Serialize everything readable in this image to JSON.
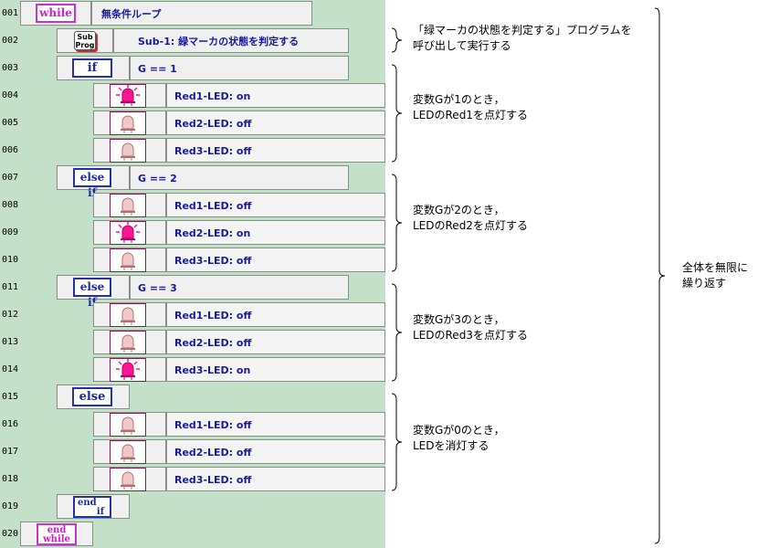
{
  "program": {
    "lines": [
      {
        "num": "001",
        "level": 0,
        "kind": "while",
        "keyword": "while",
        "text": "無条件ループ"
      },
      {
        "num": "002",
        "level": 1,
        "kind": "sub",
        "icon_top": "Sub",
        "icon_bottom": "Prog",
        "text": "Sub-1: 緑マーカの状態を判定する"
      },
      {
        "num": "003",
        "level": 1,
        "kind": "if",
        "keyword": "if",
        "text": "G == 1"
      },
      {
        "num": "004",
        "level": 2,
        "kind": "led",
        "led": "on",
        "text": "Red1-LED: on"
      },
      {
        "num": "005",
        "level": 2,
        "kind": "led",
        "led": "off",
        "text": "Red2-LED: off"
      },
      {
        "num": "006",
        "level": 2,
        "kind": "led",
        "led": "off",
        "text": "Red3-LED: off"
      },
      {
        "num": "007",
        "level": 1,
        "kind": "elseif",
        "keyword": "else if",
        "text": "G == 2"
      },
      {
        "num": "008",
        "level": 2,
        "kind": "led",
        "led": "off",
        "text": "Red1-LED: off"
      },
      {
        "num": "009",
        "level": 2,
        "kind": "led",
        "led": "on",
        "text": "Red2-LED: on"
      },
      {
        "num": "010",
        "level": 2,
        "kind": "led",
        "led": "off",
        "text": "Red3-LED: off"
      },
      {
        "num": "011",
        "level": 1,
        "kind": "elseif",
        "keyword": "else if",
        "text": "G == 3"
      },
      {
        "num": "012",
        "level": 2,
        "kind": "led",
        "led": "off",
        "text": "Red1-LED: off"
      },
      {
        "num": "013",
        "level": 2,
        "kind": "led",
        "led": "off",
        "text": "Red2-LED: off"
      },
      {
        "num": "014",
        "level": 2,
        "kind": "led",
        "led": "on",
        "text": "Red3-LED: on"
      },
      {
        "num": "015",
        "level": 1,
        "kind": "else",
        "keyword": "else",
        "text": ""
      },
      {
        "num": "016",
        "level": 2,
        "kind": "led",
        "led": "off",
        "text": "Red1-LED: off"
      },
      {
        "num": "017",
        "level": 2,
        "kind": "led",
        "led": "off",
        "text": "Red2-LED: off"
      },
      {
        "num": "018",
        "level": 2,
        "kind": "led",
        "led": "off",
        "text": "Red3-LED: off"
      },
      {
        "num": "019",
        "level": 1,
        "kind": "endif",
        "keyword_top": "end",
        "keyword_bottom": "if",
        "text": ""
      },
      {
        "num": "020",
        "level": 0,
        "kind": "endwhile",
        "keyword_top": "end",
        "keyword_bottom": "while",
        "text": ""
      }
    ]
  },
  "annotations": [
    {
      "lines": [
        "「緑マーカの状態を判定する」プログラムを",
        "呼び出して実行する"
      ]
    },
    {
      "lines": [
        "変数Gが1のとき，",
        "LEDのRed1を点灯する"
      ]
    },
    {
      "lines": [
        "変数Gが2のとき，",
        "LEDのRed2を点灯する"
      ]
    },
    {
      "lines": [
        "変数Gが3のとき，",
        "LEDのRed3を点灯する"
      ]
    },
    {
      "lines": [
        "変数Gが0のとき，",
        "LEDを消灯する"
      ]
    },
    {
      "lines": [
        "全体を無限に",
        "繰り返す"
      ]
    }
  ],
  "colors": {
    "panel_bg": "#c4e0c8",
    "command_text": "#1a1aa0",
    "while_keyword": "#cc22cc",
    "if_keyword": "#1a2aa0",
    "led_on": "#ff1493",
    "led_off": "#f0c8c8"
  },
  "icons": {
    "led_on": "led-lit-icon",
    "led_off": "led-unlit-icon",
    "sub": "subprogram-icon",
    "brace": "curly-brace-icon"
  }
}
